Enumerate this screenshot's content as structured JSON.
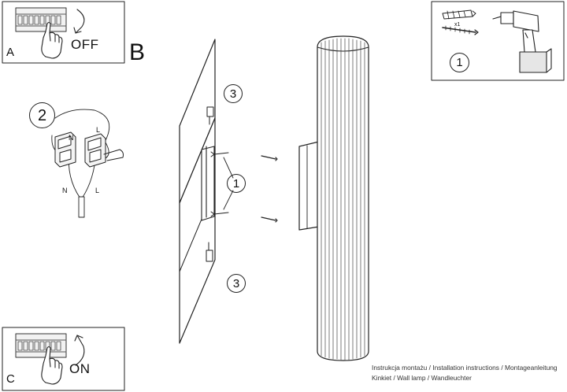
{
  "panels": {
    "a": {
      "letter": "A",
      "switch_label": "OFF"
    },
    "b": {
      "letter": "B"
    },
    "c": {
      "letter": "C",
      "switch_label": "ON"
    }
  },
  "wiring": {
    "step": "2",
    "neutral": "N",
    "live": "L"
  },
  "tools": {
    "step": "1",
    "quantity": "x1"
  },
  "callouts": {
    "plate_top": "3",
    "screws": "1",
    "plate_bottom": "3"
  },
  "footer": {
    "line1": "Instrukcja montażu / Installation instructions / Montageanleitung",
    "line2": "Kinkiet / Wall lamp / Wandleuchter"
  }
}
